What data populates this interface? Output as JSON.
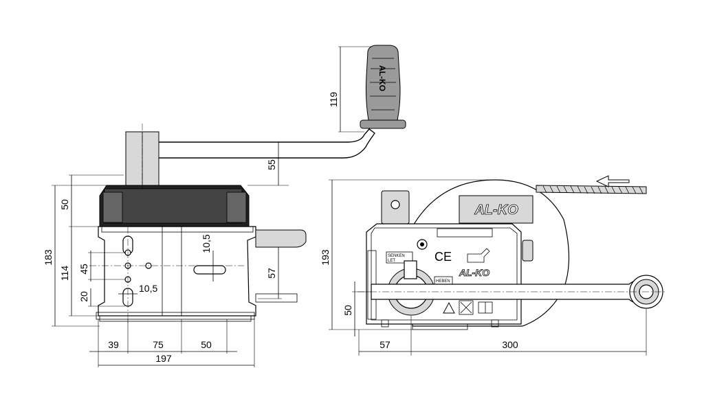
{
  "dimensions": {
    "left_view": {
      "handle_height": "119",
      "crank_offset": "55",
      "top_block": "50",
      "total_height": "183",
      "plate_height": "114",
      "hole_spacing": "45",
      "slot_bottom": "20",
      "slot_width_bottom": "10,5",
      "slot_width_right": "10,5",
      "right_slot_height": "57",
      "bottom_a": "39",
      "bottom_b": "75",
      "bottom_c": "50",
      "total_width": "197"
    },
    "right_view": {
      "total_height": "193",
      "axis_height": "50",
      "left_offset": "57",
      "crank_length": "300"
    }
  },
  "labels": {
    "brand_logo": "AL-KO",
    "brand_small": "AL-KO",
    "handle_logo": "AL-KO",
    "senken": "SENKEN",
    "let": "LET",
    "heben": "HEBEN",
    "ce_mark": "CE"
  },
  "icons": {
    "warning": "warning-triangle-icon",
    "no_person": "no-person-under-load-icon",
    "manual": "read-manual-icon",
    "arrow": "pull-direction-arrow-icon"
  }
}
